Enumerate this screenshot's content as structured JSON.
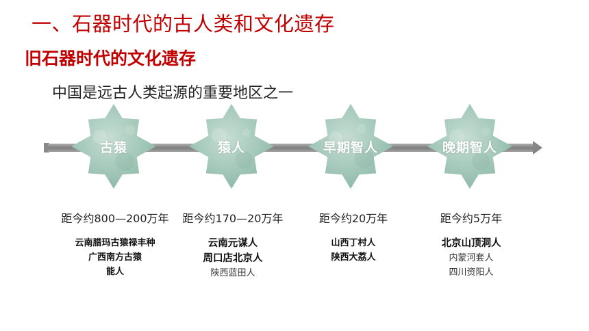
{
  "slide": {
    "title": "一、石器时代的古人类和文化遗存",
    "subtitle": "旧石器时代的文化遗存",
    "lead": "中国是远古人类起源的重要地区之一"
  },
  "colors": {
    "title_red": "#c00000",
    "badge_green": "#9ec5b6",
    "timeline_gray": "#8c8c8c"
  },
  "stages": [
    {
      "label": "古猿",
      "era": "距今约800—200万年",
      "sites": [
        "云南腊玛古猿禄丰种",
        "广西南方古猿",
        "能人"
      ]
    },
    {
      "label": "猿人",
      "era": "距今约170—20万年",
      "sites": [
        "云南元谋人",
        "周口店北京人",
        "陕西蓝田人"
      ]
    },
    {
      "label": "早期智人",
      "era": "距今约20万年",
      "sites": [
        "山西丁村人",
        "陕西大荔人"
      ]
    },
    {
      "label": "晚期智人",
      "era": "距今约5万年",
      "sites": [
        "北京山顶洞人",
        "内蒙河套人",
        "四川资阳人"
      ]
    }
  ]
}
